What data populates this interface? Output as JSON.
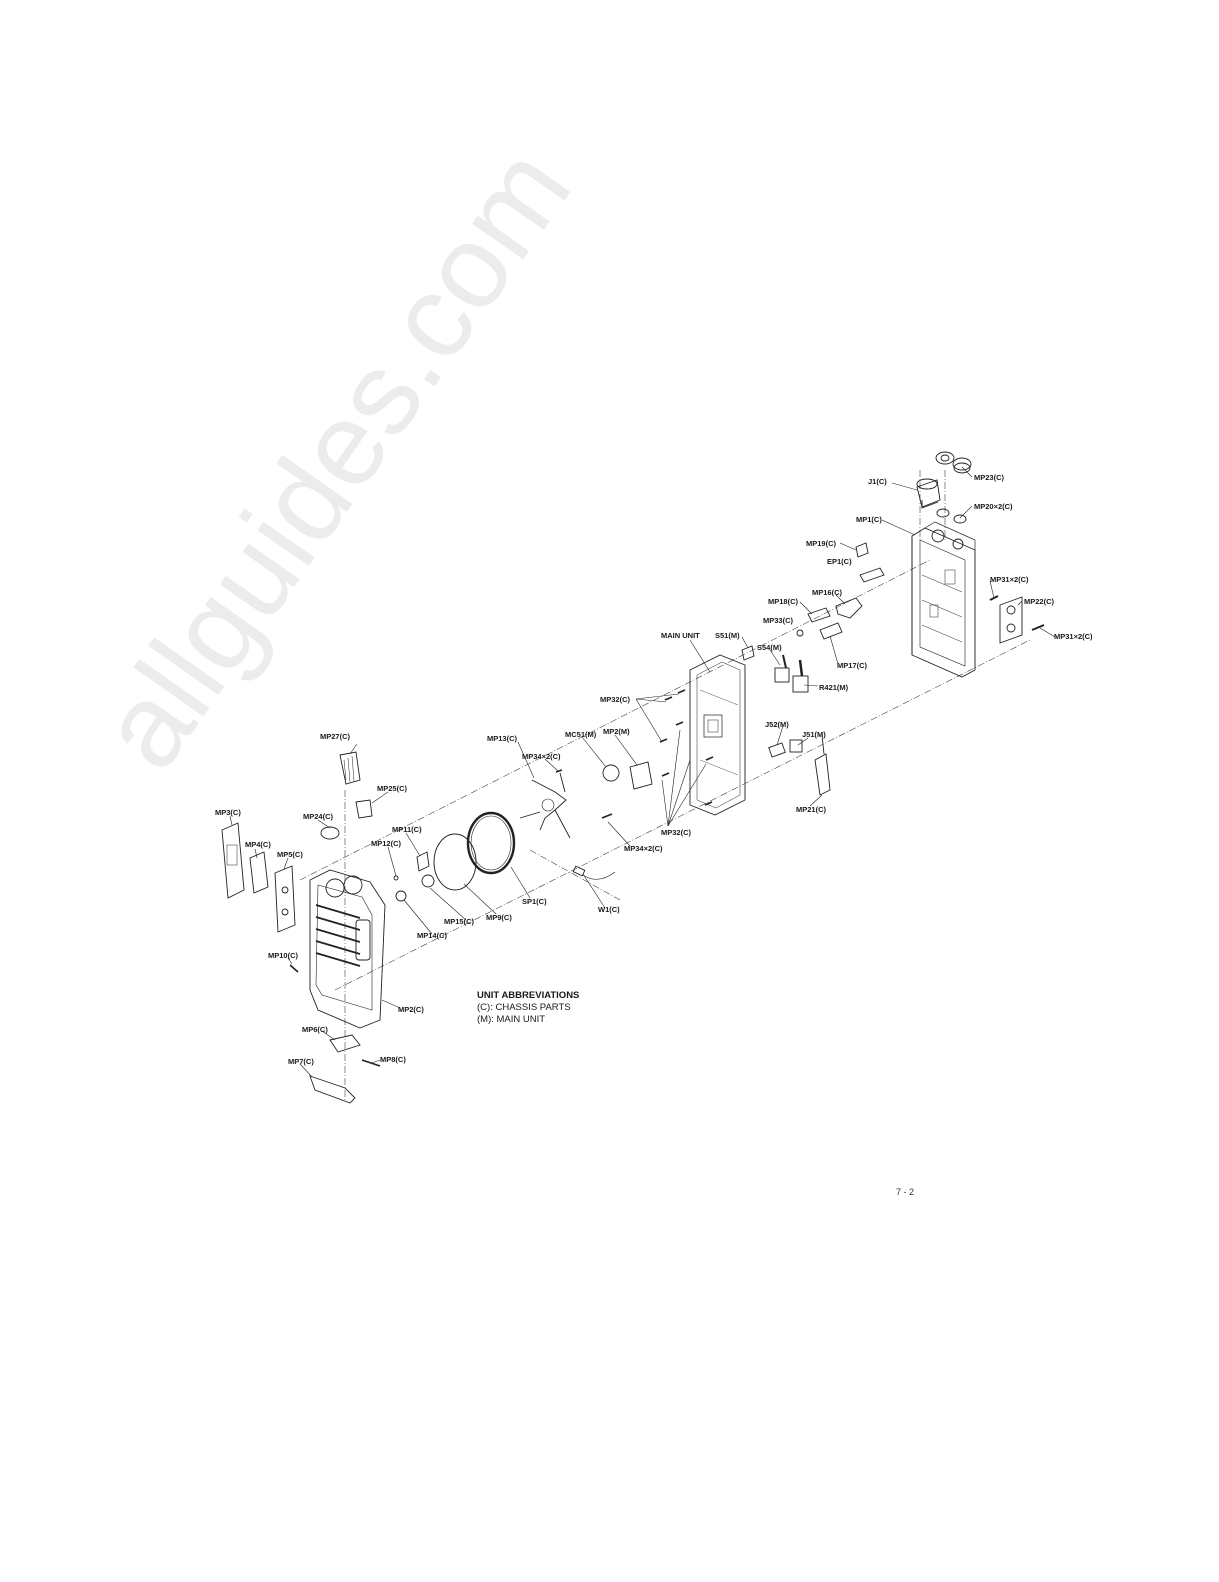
{
  "watermark": "allguides.com",
  "labels": [
    {
      "id": "mp23",
      "text": "MP23(C)"
    },
    {
      "id": "j1",
      "text": "J1(C)"
    },
    {
      "id": "mp20",
      "text": "MP20×2(C)"
    },
    {
      "id": "mp1",
      "text": "MP1(C)"
    },
    {
      "id": "mp19",
      "text": "MP19(C)"
    },
    {
      "id": "ep1",
      "text": "EP1(C)"
    },
    {
      "id": "mp31a",
      "text": "MP31×2(C)"
    },
    {
      "id": "mp16",
      "text": "MP16(C)"
    },
    {
      "id": "mp18",
      "text": "MP18(C)"
    },
    {
      "id": "mp22",
      "text": "MP22(C)"
    },
    {
      "id": "mp33",
      "text": "MP33(C)"
    },
    {
      "id": "mp31b",
      "text": "MP31×2(C)"
    },
    {
      "id": "mainunit",
      "text": "MAIN UNIT"
    },
    {
      "id": "s51",
      "text": "S51(M)"
    },
    {
      "id": "s54",
      "text": "S54(M)"
    },
    {
      "id": "mp17",
      "text": "MP17(C)"
    },
    {
      "id": "r421",
      "text": "R421(M)"
    },
    {
      "id": "mp32a",
      "text": "MP32(C)"
    },
    {
      "id": "j52",
      "text": "J52(M)"
    },
    {
      "id": "mp13",
      "text": "MP13(C)"
    },
    {
      "id": "mc51",
      "text": "MC51(M)"
    },
    {
      "id": "mp2m",
      "text": "MP2(M)"
    },
    {
      "id": "j51",
      "text": "J51(M)"
    },
    {
      "id": "mp27",
      "text": "MP27(C)"
    },
    {
      "id": "mp34a",
      "text": "MP34×2(C)"
    },
    {
      "id": "mp25",
      "text": "MP25(C)"
    },
    {
      "id": "mp3",
      "text": "MP3(C)"
    },
    {
      "id": "mp24",
      "text": "MP24(C)"
    },
    {
      "id": "mp21",
      "text": "MP21(C)"
    },
    {
      "id": "mp11",
      "text": "MP11(C)"
    },
    {
      "id": "mp32b",
      "text": "MP32(C)"
    },
    {
      "id": "mp4",
      "text": "MP4(C)"
    },
    {
      "id": "mp12",
      "text": "MP12(C)"
    },
    {
      "id": "mp34b",
      "text": "MP34×2(C)"
    },
    {
      "id": "mp5",
      "text": "MP5(C)"
    },
    {
      "id": "sp1",
      "text": "SP1(C)"
    },
    {
      "id": "w1",
      "text": "W1(C)"
    },
    {
      "id": "mp15",
      "text": "MP15(C)"
    },
    {
      "id": "mp9",
      "text": "MP9(C)"
    },
    {
      "id": "mp14",
      "text": "MP14(C)"
    },
    {
      "id": "mp10",
      "text": "MP10(C)"
    },
    {
      "id": "mp2c",
      "text": "MP2(C)"
    },
    {
      "id": "mp6",
      "text": "MP6(C)"
    },
    {
      "id": "mp8",
      "text": "MP8(C)"
    },
    {
      "id": "mp7",
      "text": "MP7(C)"
    }
  ],
  "legend": {
    "title": "UNIT ABBREVIATIONS",
    "lines": [
      "(C): CHASSIS PARTS",
      "(M): MAIN UNIT"
    ]
  },
  "page_number": "7 - 2"
}
